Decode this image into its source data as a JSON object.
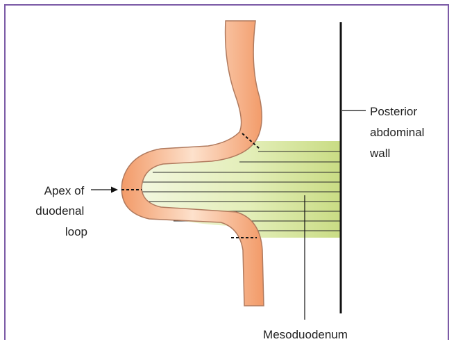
{
  "labels": {
    "posterior_wall": [
      "Posterior",
      "abdominal",
      "wall"
    ],
    "apex": [
      "Apex of",
      "duodenal",
      "loop"
    ],
    "mesoduodenum": "Mesoduodenum"
  },
  "colors": {
    "frame": "#7b5aa6",
    "duodenum_fill": "#f7b88e",
    "duodenum_outline": "#b07a5e",
    "mesentery_fill": "#d5e49a",
    "line": "#111111"
  }
}
